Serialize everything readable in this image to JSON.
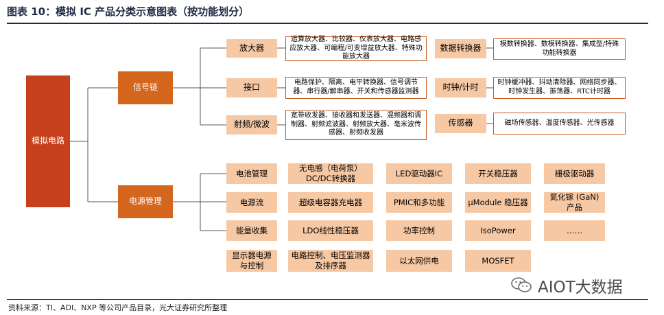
{
  "title": "图表 10：模拟 IC 产品分类示意图表（按功能划分）",
  "source": "资料来源：TI、ADI、NXP 等公司产品目录，光大证券研究所整理",
  "watermark": "AIOT大数据",
  "root": "模拟电路",
  "signal_chain": {
    "label": "信号链",
    "categories": [
      {
        "label": "放大器",
        "detail": "运算放大器、比较器、仪表放大器、电路感应放大器、可编程/可变增益放大器、特殊功能放大器"
      },
      {
        "label": "接口",
        "detail": "电路保护、隔离、电平转换器、信号调节器、串行器/解串器、开关和传感器监测器"
      },
      {
        "label": "射频/微波",
        "detail": "宽带收发器、接收器和发送器、混频器和调制器、射频滤波器、射频放大器、毫米波传感器、射频收发器"
      },
      {
        "label": "数据转换器",
        "detail": "模数转换器、数模转换器、集成型/特殊功能转换器"
      },
      {
        "label": "时钟/计时",
        "detail": "时钟缓冲器、抖动清除器、网络同步器、时钟发生器、振荡器、RTC计时器"
      },
      {
        "label": "传感器",
        "detail": "磁场传感器、温度传感器、光传感器"
      }
    ]
  },
  "power_management": {
    "label": "电源管理",
    "grid": [
      [
        "电池管理",
        "无电感（电荷泵）DC/DC转换器",
        "LED驱动器IC",
        "开关稳压器",
        "栅极驱动器"
      ],
      [
        "电源流",
        "超级电容器充电器",
        "PMIC和多功能",
        "μModule 稳压器",
        "氮化镓 (GaN) 产品"
      ],
      [
        "能量收集",
        "LDO线性稳压器",
        "功率控制",
        "IsoPower",
        "……"
      ],
      [
        "显示器电源与控制",
        "电路控制、电压监测器及排序器",
        "以太网供电",
        "MOSFET",
        ""
      ]
    ]
  }
}
